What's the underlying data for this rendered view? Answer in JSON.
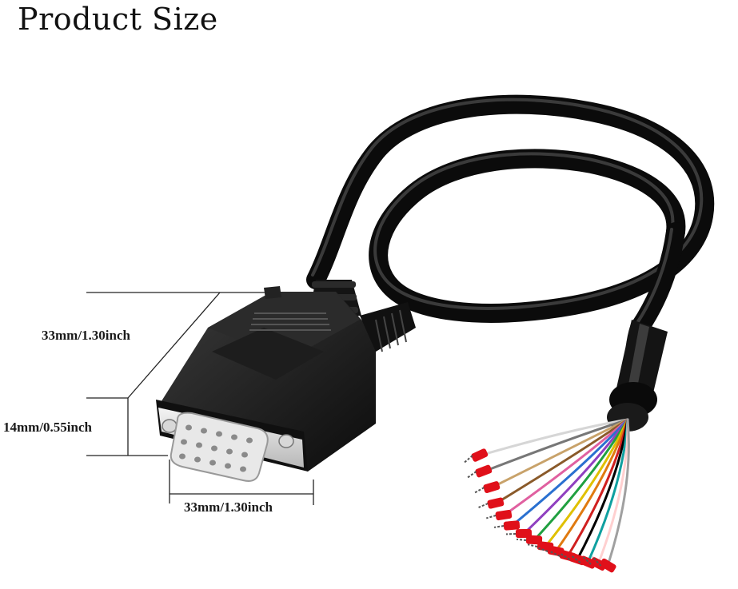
{
  "title": "Product Size",
  "dimensions": {
    "height": "33mm/1.30inch",
    "depth": "14mm/0.55inch",
    "width": "33mm/1.30inch"
  },
  "wire_colors": [
    "#ffffff",
    "#777777",
    "#c8a26a",
    "#8a5a2a",
    "#e060a0",
    "#2a70d0",
    "#9040c0",
    "#20a040",
    "#e0c000",
    "#e07a10",
    "#d02020",
    "#000000",
    "#10a0a0",
    "#ffd0d0",
    "#a0a0a0"
  ],
  "ferrule_color": "#e0101a"
}
